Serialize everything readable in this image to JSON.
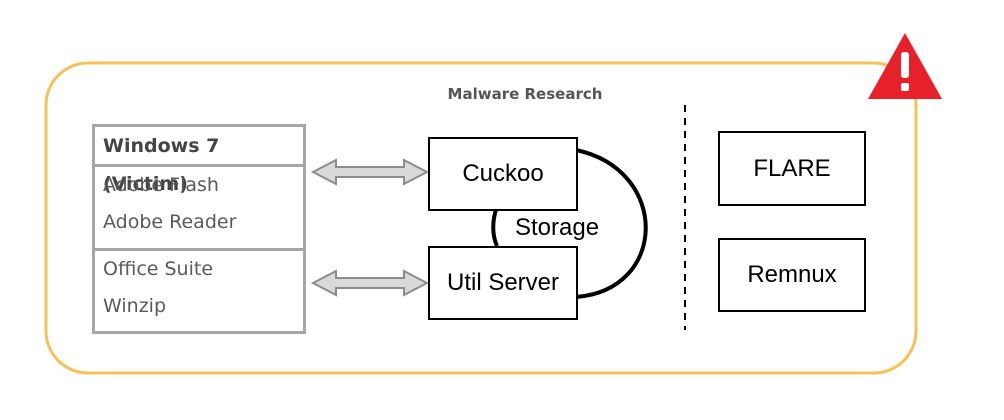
{
  "title": "Malware Research",
  "windows_stack": {
    "header": "Windows 7 (Victim)",
    "group1": [
      "Adobe Flash",
      "Adobe Reader"
    ],
    "group2": [
      "Office Suite",
      "Winzip"
    ]
  },
  "nodes": {
    "cuckoo": "Cuckoo",
    "util_server": "Util Server",
    "storage": "Storage",
    "flare": "FLARE",
    "remnux": "Remnux"
  },
  "colors": {
    "frame": "#f5c25a",
    "warning": "#e8202a",
    "stack_border": "#a6a6a6",
    "arrow_fill": "#d9d9d9"
  },
  "icons": {
    "warning": "warning-triangle-icon"
  }
}
